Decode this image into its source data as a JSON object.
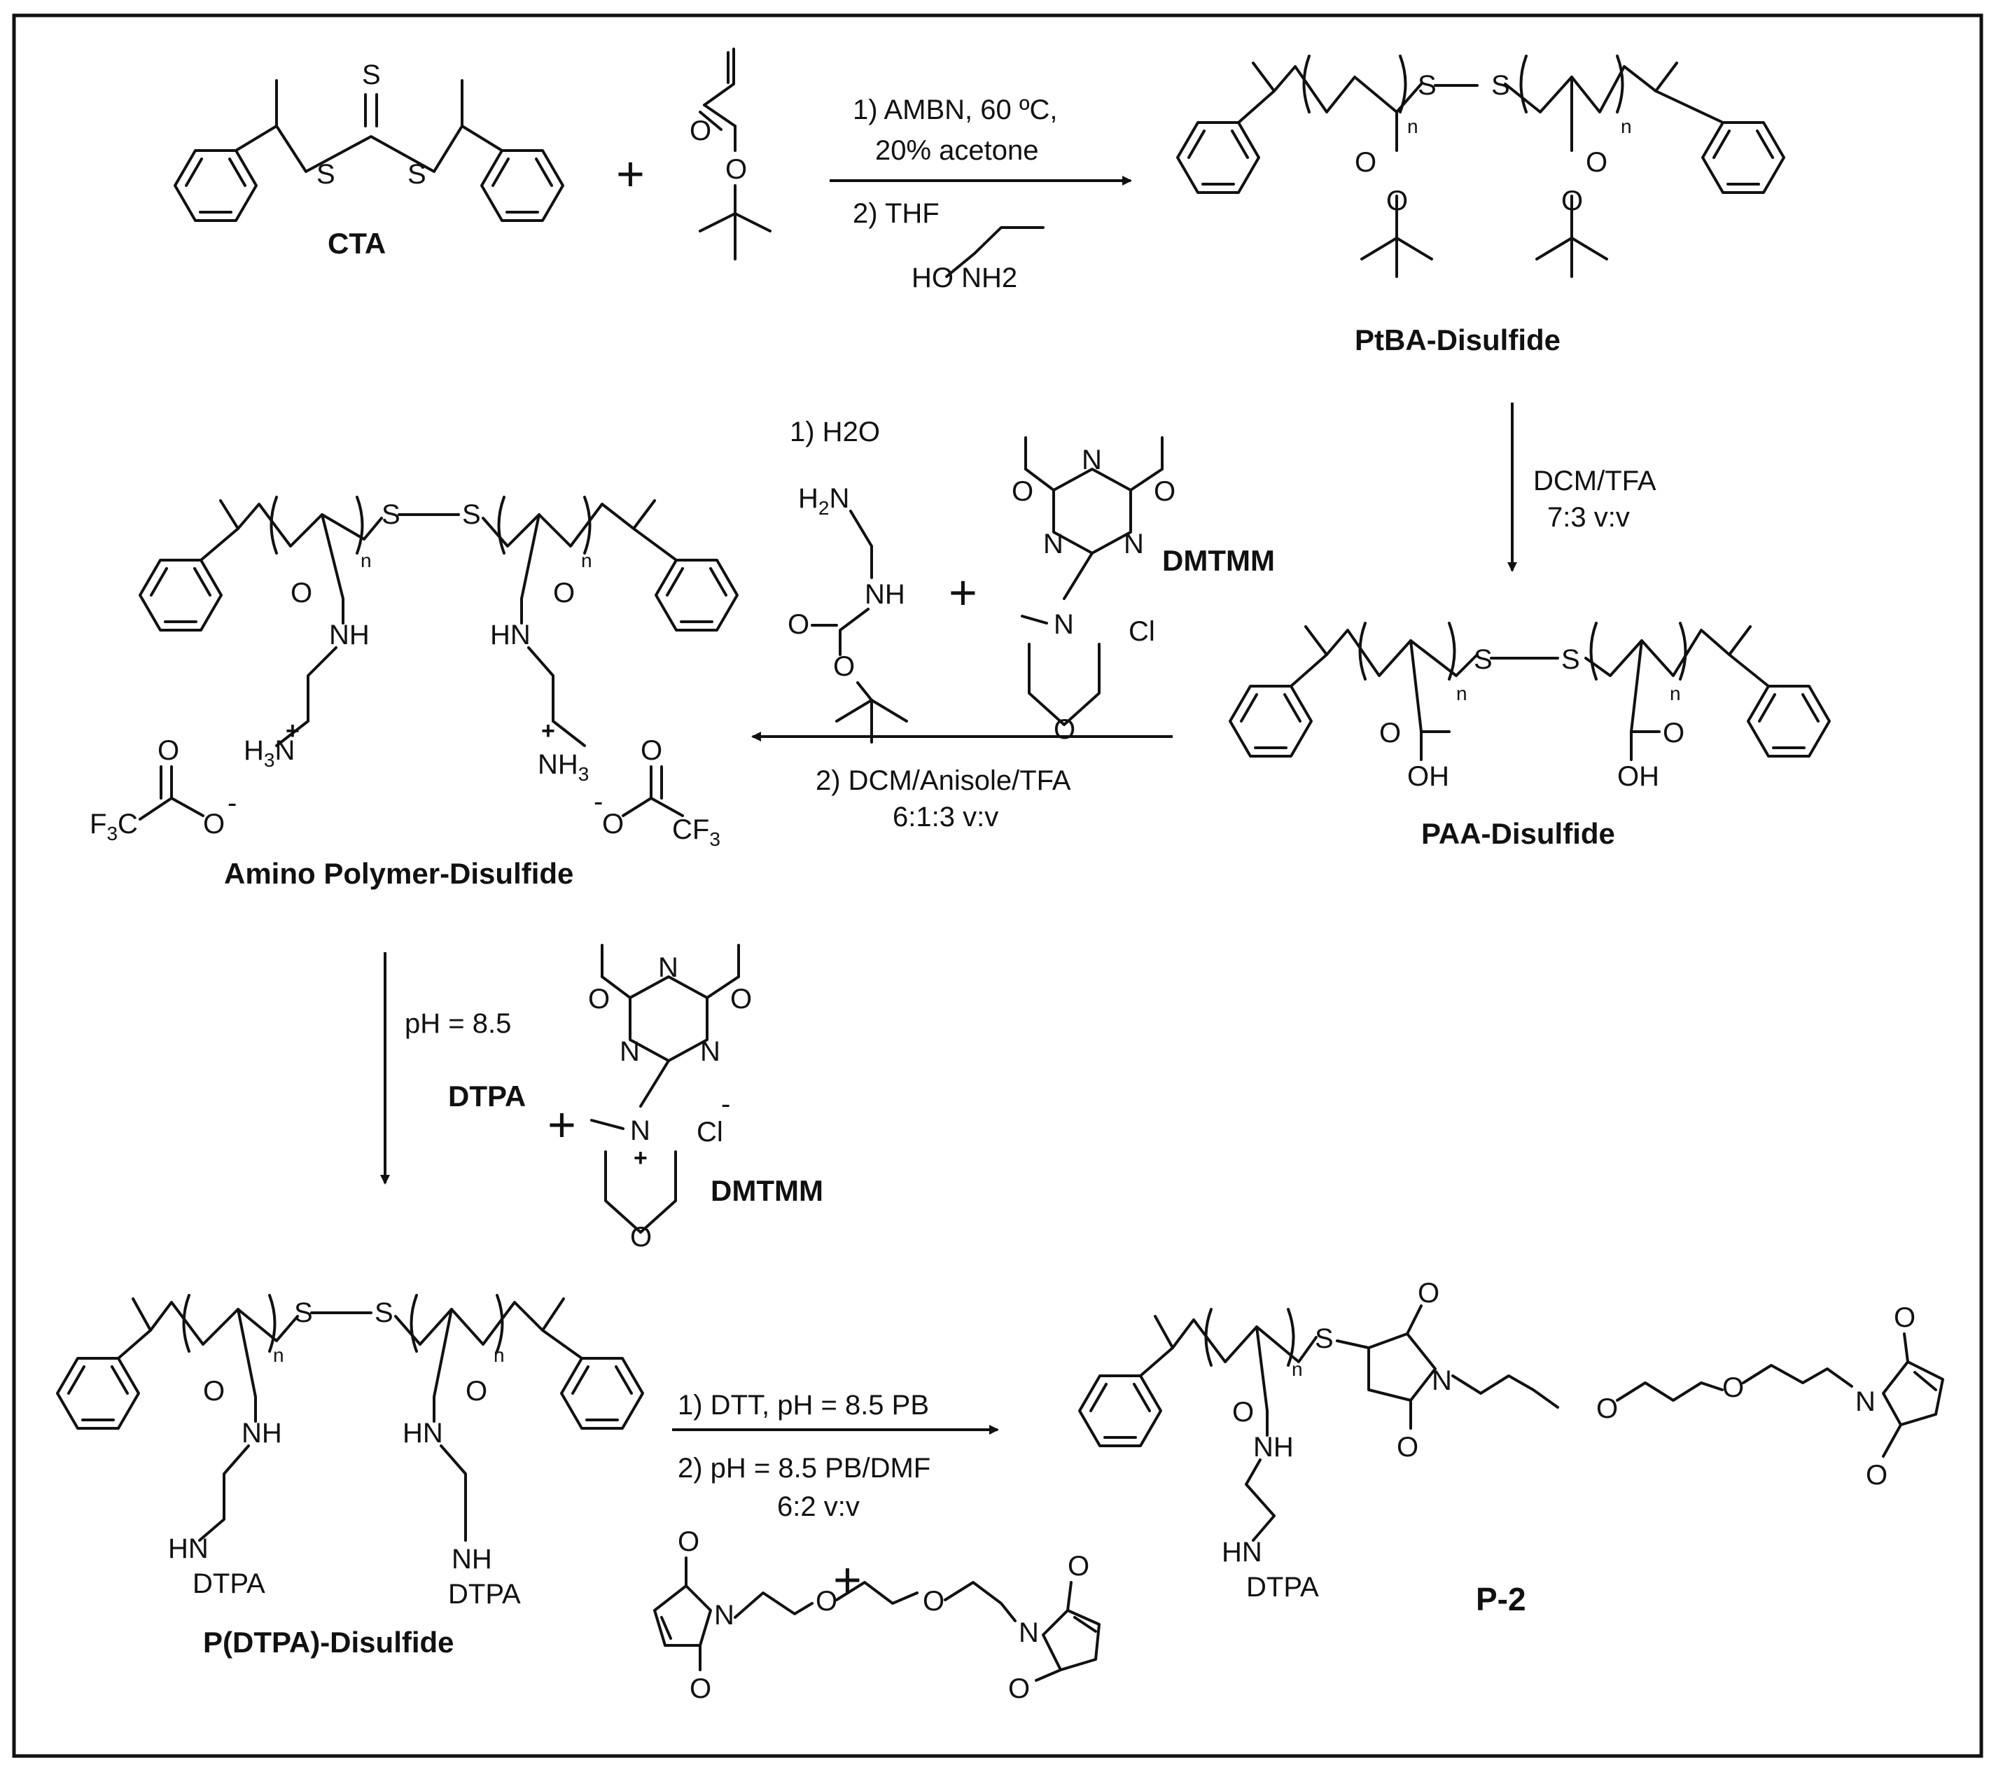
{
  "compounds": {
    "cta": "CTA",
    "ptba": "PtBA-Disulfide",
    "paa": "PAA-Disulfide",
    "amino": "Amino Polymer-Disulfide",
    "pdtpa": "P(DTPA)-Disulfide",
    "p2": "P-2",
    "dmtmm_1": "DMTMM",
    "dmtmm_2": "DMTMM",
    "dtpa": "DTPA"
  },
  "conditions": {
    "step1_a": "1) AMBN, 60 ºC,",
    "step1_b": "20% acetone",
    "step1_c": "2) THF",
    "step1_reagent": "HO     NH2",
    "step2_a": "DCM/TFA",
    "step2_b": "7:3 v:v",
    "step3_a": "1) H2O",
    "step3_b": "2) DCM/Anisole/TFA",
    "step3_c": "6:1:3 v:v",
    "step4_a": "pH = 8.5",
    "step5_a": "1) DTT, pH = 8.5 PB",
    "step5_b": "2) pH = 8.5 PB/DMF",
    "step5_c": "6:2 v:v"
  },
  "atoms": {
    "S": "S",
    "O": "O",
    "N": "N",
    "NH": "NH",
    "HN": "HN",
    "OH": "OH",
    "H3N": "H3N",
    "NH3": "NH3",
    "F3C": "F3C",
    "CF3": "CF3",
    "Cl": "Cl",
    "n": "n",
    "plus": "+",
    "minus": "-"
  }
}
